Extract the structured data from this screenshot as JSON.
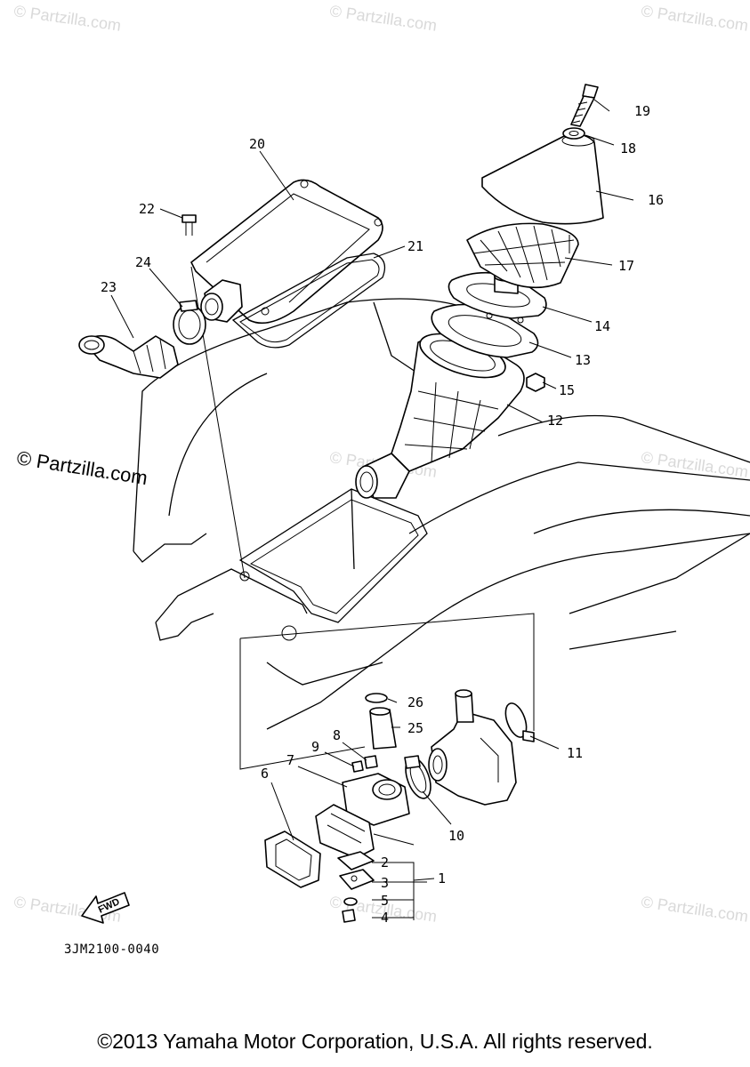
{
  "watermarks": [
    "© Partzilla.com",
    "© Partzilla.com",
    "© Partzilla.com",
    "© Partzilla.com",
    "© Partzilla.com",
    "© Partzilla.com",
    "© Partzilla.com",
    "© Partzilla.com",
    "© Partzilla.com"
  ],
  "callouts": {
    "n1": "1",
    "n2": "2",
    "n3": "3",
    "n4": "4",
    "n5": "5",
    "n6": "6",
    "n7": "7",
    "n8": "8",
    "n9": "9",
    "n10": "10",
    "n11": "11",
    "n12": "12",
    "n13": "13",
    "n14": "14",
    "n15": "15",
    "n16": "16",
    "n17": "17",
    "n18": "18",
    "n19": "19",
    "n20": "20",
    "n21": "21",
    "n22": "22",
    "n23": "23",
    "n24": "24",
    "n25": "25",
    "n26": "26"
  },
  "fwd_label": "FWD",
  "diagram_code": "3JM2100-0040",
  "copyright": "©2013 Yamaha Motor Corporation, U.S.A. All rights reserved."
}
